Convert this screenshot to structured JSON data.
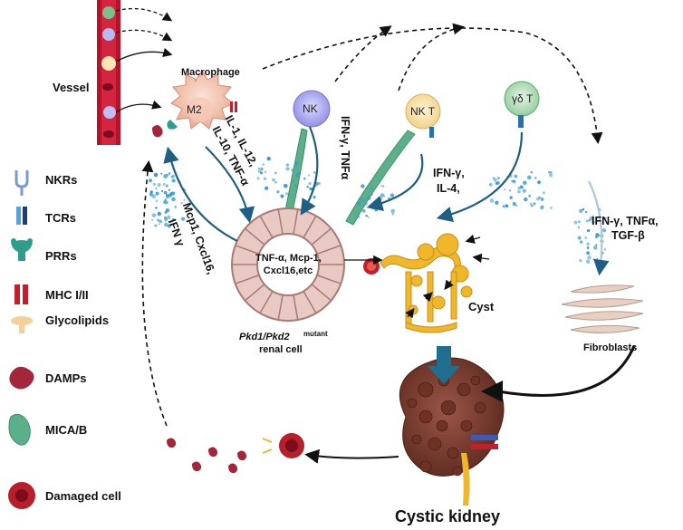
{
  "legend": {
    "nkrs": "NKRs",
    "tcrs": "TCRs",
    "prrs": "PRRs",
    "mhc": "MHC I/II",
    "glycolipids": "Glycolipids",
    "damps": "DAMPs",
    "mica": "MICA/B",
    "damaged_cell": "Damaged cell"
  },
  "vessel": "Vessel",
  "macrophage": "Macrophage",
  "m2": "M2",
  "nk": "NK",
  "nkt": "NK T",
  "gdt": "γδ T",
  "cytokines_macrophage_out": "IL-1, IL-12,",
  "cytokines_macrophage_out2": "IL-10, TNF-α",
  "cytokines_to_macrophage": "Mcp1, Cxcl16,",
  "cytokines_to_macrophage2": "IFN γ",
  "cytokines_nk": "IFN-γ, TNFα",
  "cytokines_nkt": "IFN-γ,",
  "cytokines_nkt2": "IL-4,",
  "cytokines_fibro": "IFN-γ, TNFα,",
  "cytokines_fibro2": "TGF-β",
  "renal_cell_inner1": "TNF-α, Mcp-1,",
  "renal_cell_inner2": "Cxcl16,etc",
  "renal_cell_gene": "Pkd1/Pkd2",
  "renal_cell_mutant": "mutant",
  "renal_cell_label": "renal cell",
  "cyst": "Cyst",
  "fibroblasts": "Fibroblasts",
  "cystic_kidney": "Cystic kidney",
  "colors": {
    "vessel_red": "#b3132b",
    "m2_body": "#f2c9b8",
    "nk_body": "#b9b8f0",
    "nkt_body": "#fbe6b4",
    "gdt_body": "#bfe3c4",
    "arrow_blue": "#1f5f85",
    "cyst_yellow": "#f0b72b",
    "kidney_brown": "#7a3b2e",
    "dots_blue": "#3a9ad0",
    "mica_green": "#5bb08a"
  }
}
